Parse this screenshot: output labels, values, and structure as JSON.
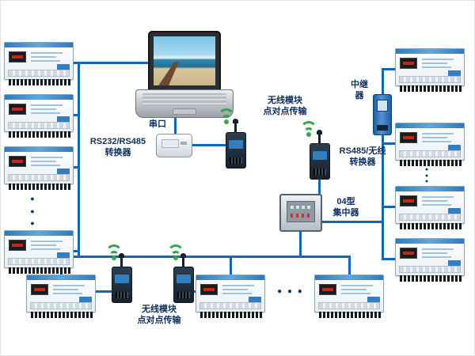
{
  "diagram": {
    "labels": {
      "serial_port": "串口",
      "rs232_converter": [
        "RS232/RS485",
        "转换器"
      ],
      "wireless_top": [
        "无线模块",
        "点对点传输"
      ],
      "rs485_wireless": [
        "RS485/无线",
        "转换器"
      ],
      "concentrator_type": [
        "04型",
        "集中器"
      ],
      "repeater": [
        "中继",
        "器"
      ],
      "wireless_bottom": [
        "无线模块",
        "点对点传输"
      ]
    },
    "dot": "●",
    "dots_h": "● ● ●",
    "colors": {
      "connection_line": "#1467b8",
      "wifi_signal": "#2fa84f",
      "label_text": "#0f2f5c"
    }
  }
}
